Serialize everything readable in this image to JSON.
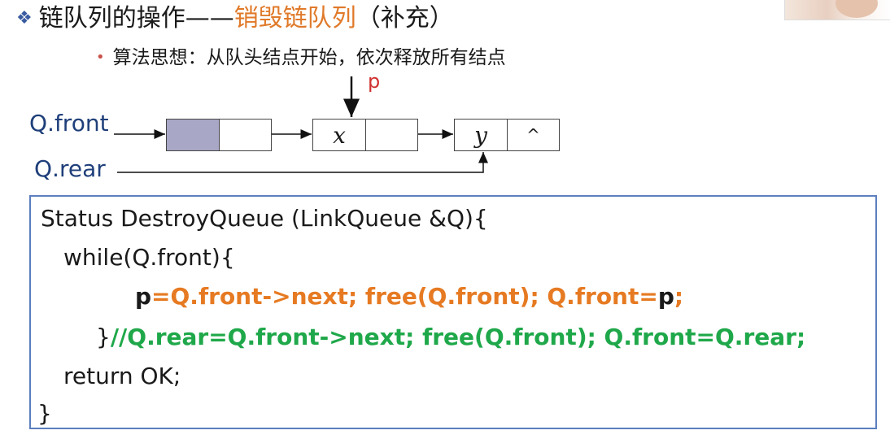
{
  "title": {
    "bullet": "❖",
    "prefix": "链队列的操作——",
    "highlight": "销毁链队列",
    "suffix": "（补充）"
  },
  "bullet_text": "算法思想：从队头结点开始，依次释放所有结点",
  "diagram": {
    "front_label": "Q.front",
    "rear_label": "Q.rear",
    "pointer_label": "p",
    "nodes": [
      {
        "data": "",
        "next": ""
      },
      {
        "data": "x",
        "next": ""
      },
      {
        "data": "y",
        "next": "^"
      }
    ],
    "colors": {
      "head_fill": "#a9a7c6",
      "pointer": "#d03030"
    }
  },
  "code": {
    "line1": "Status DestroyQueue (LinkQueue &Q){",
    "line2": "while(Q.front){",
    "line3_p1": "p",
    "line3_mid": "=Q.front->next;  free(Q.front);  Q.front=",
    "line3_p2": "p",
    "line3_end": ";",
    "line4_brace": "}",
    "line4_comment": "//Q.rear=Q.front->next;  free(Q.front);  Q.front=Q.rear;",
    "line5": "return OK;",
    "line6": "}",
    "colors": {
      "orange": "#e67a22",
      "green": "#1fa84a",
      "border": "#5b7fc0"
    }
  }
}
